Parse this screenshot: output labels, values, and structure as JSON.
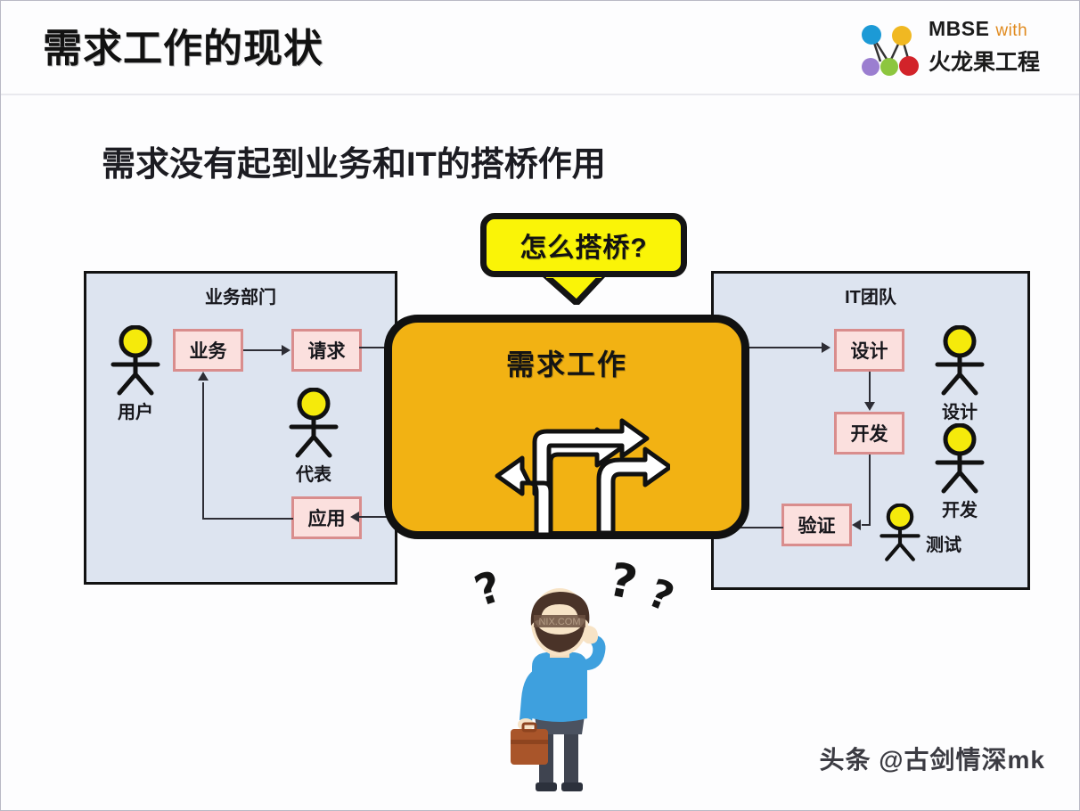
{
  "slide": {
    "title": "需求工作的现状",
    "subtitle": "需求没有起到业务和IT的搭桥作用",
    "watermark": "头条 @古剑情深mk"
  },
  "logo": {
    "line1_main": "MBSE",
    "line1_suffix": "with",
    "line2": "火龙果工程",
    "node_colors": {
      "top_left": "#1c9ad6",
      "top_right": "#f0b822",
      "bottom_left": "#9b7ed0",
      "bottom_mid": "#8dc63f",
      "bottom_right": "#d2232a"
    },
    "accent": "#e08a1e"
  },
  "callout": {
    "text": "怎么搭桥?",
    "fill": "#faf407",
    "border": "#141414"
  },
  "center": {
    "title": "需求工作",
    "fill": "#f2b213",
    "border": "#111111",
    "arrow_fill": "#ffffff"
  },
  "business_panel": {
    "title": "业务部门",
    "fill": "#dde4f0",
    "border": "#121212",
    "boxes": [
      {
        "label": "业务"
      },
      {
        "label": "请求"
      },
      {
        "label": "应用"
      }
    ],
    "actors": [
      {
        "label": "用户"
      },
      {
        "label": "代表"
      }
    ]
  },
  "it_panel": {
    "title": "IT团队",
    "fill": "#dde4f0",
    "border": "#121212",
    "boxes": [
      {
        "label": "设计"
      },
      {
        "label": "开发"
      },
      {
        "label": "验证"
      }
    ],
    "actors": [
      {
        "label": "设计"
      },
      {
        "label": "开发"
      },
      {
        "label": "测试"
      }
    ]
  },
  "person": {
    "sweater_color": "#3ea0de",
    "hair_color": "#4a3328",
    "briefcase_color": "#a9552a",
    "question_marks": [
      "?",
      "?",
      "?"
    ]
  },
  "box_style": {
    "fill": "#fbe0de",
    "border": "#d98d8d"
  }
}
